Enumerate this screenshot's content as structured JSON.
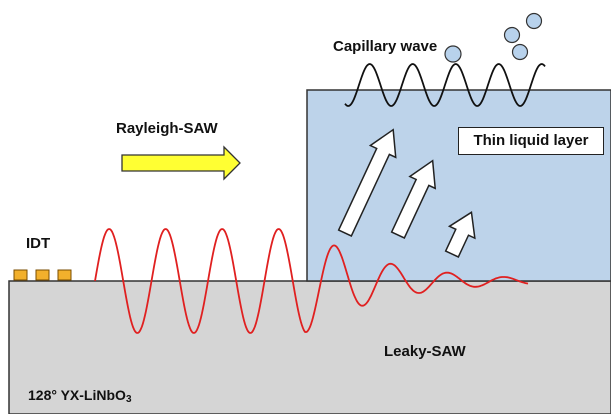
{
  "labels": {
    "capillary_wave": "Capillary wave",
    "rayleigh_saw": "Rayleigh-SAW",
    "thin_liquid_layer": "Thin liquid layer",
    "idt": "IDT",
    "leaky_saw": "Leaky-SAW",
    "substrate_main": "128° YX-LiNbO",
    "substrate_sub": "3"
  },
  "colors": {
    "substrate": "#d5d5d5",
    "liquid": "#bdd3ea",
    "saw_wave": "#e02020",
    "rayleigh_arrow": "#ffff33",
    "idt_electrode": "#f2b02c",
    "bubble": "#b8d2ec"
  },
  "icons": [
    "idt-electrode-icon",
    "bubble-icon",
    "rayleigh-arrow-icon",
    "leaky-arrow-icon"
  ]
}
